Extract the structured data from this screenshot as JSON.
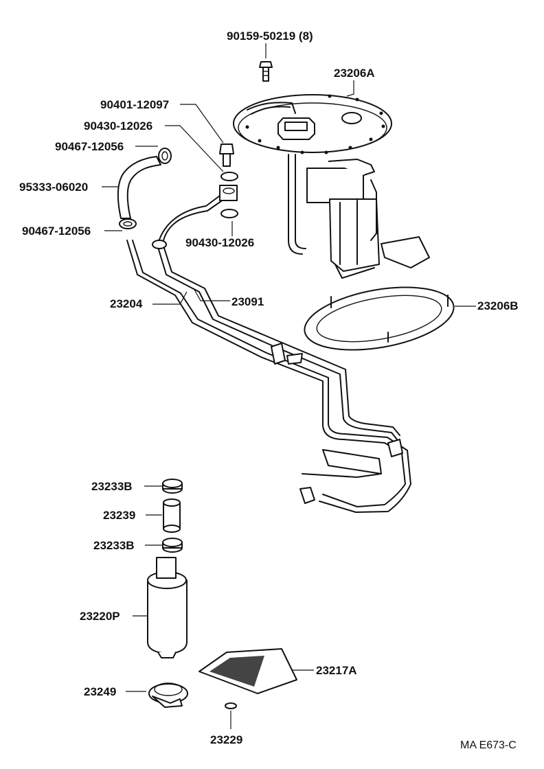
{
  "labels": {
    "bolt_set": "90159-50219 (8)",
    "pump_bracket": "23206A",
    "union_bolt": "90401-12097",
    "gasket_top": "90430-12026",
    "clip_top": "90467-12056",
    "hose": "95333-06020",
    "clip_bottom": "90467-12056",
    "gasket_bottom": "90430-12026",
    "return_pipe": "23204",
    "outlet_pipe": "23091",
    "gasket_plate": "23206B",
    "clamp_top": "23233B",
    "pump_hose": "23239",
    "clamp_bottom": "23233B",
    "fuel_pump": "23220P",
    "cushion": "23249",
    "filter": "23217A",
    "clip": "23229",
    "figure_code": "MA E673-C"
  }
}
